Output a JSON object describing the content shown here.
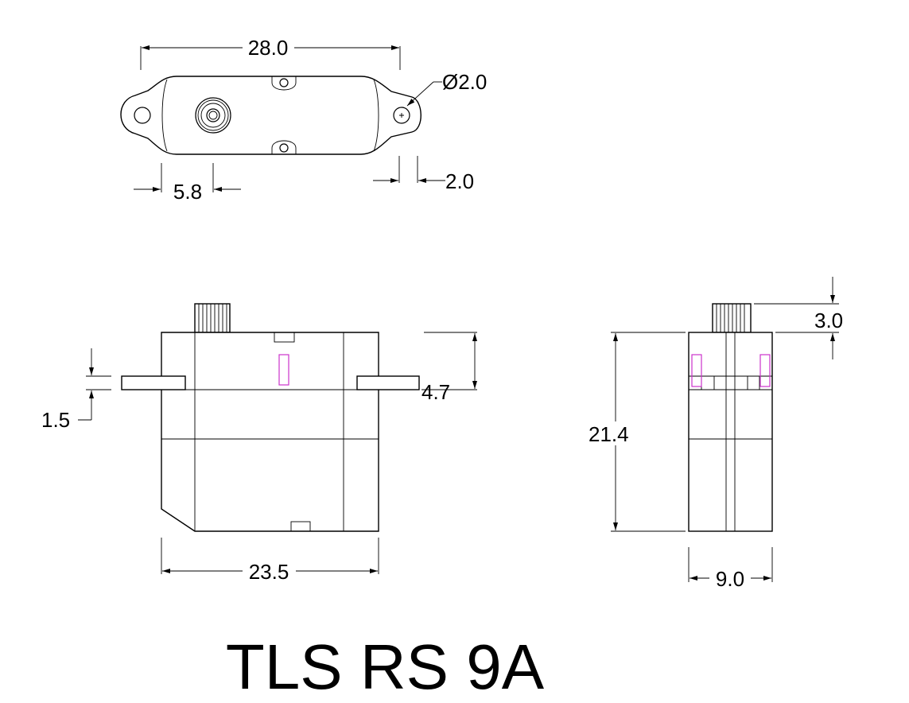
{
  "title": "TLS RS 9A",
  "dimensions": {
    "top_length": "28.0",
    "hole_diameter": "Ø2.0",
    "spline_offset": "5.8",
    "tab_thickness_top": "2.0",
    "tab_thickness_front": "1.5",
    "tab_height": "4.7",
    "body_width": "23.5",
    "body_height": "21.4",
    "spline_height": "3.0",
    "body_depth": "9.0"
  },
  "colors": {
    "line": "#000000",
    "accent": "#cc33cc"
  }
}
